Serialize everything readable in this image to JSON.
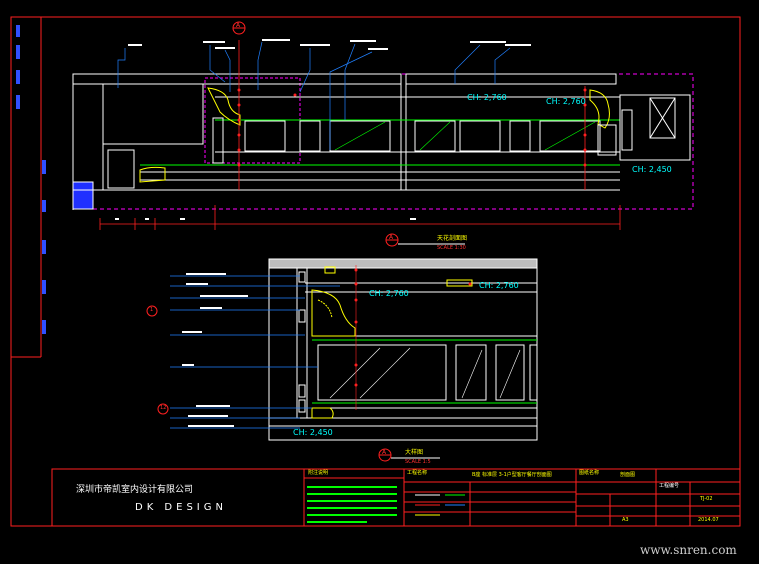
{
  "drawing": {
    "company_name": "深圳市帝凯室内设计有限公司",
    "brand": "DK  DESIGN",
    "watermark": "www.snren.com"
  },
  "elevation_1": {
    "ceiling_heights": [
      "CH: 2,760",
      "CH: 2,760",
      "CH: 2,450"
    ],
    "title": "天花剖面图",
    "scale": "SCALE 1:30",
    "tag_letter": "A",
    "tag_number": "1"
  },
  "detail_view": {
    "ceiling_heights": [
      "CH: 2,760",
      "CH: 2,760",
      "CH: 2,450"
    ],
    "title": "大样图",
    "scale": "SCALE 1:5",
    "tag_letter": "A",
    "callout_1": "1",
    "callout_2": "12"
  },
  "title_block": {
    "notes_label": "附注说明",
    "project_label": "工程名称",
    "project_name": "B座 标准层 3-1户型客厅餐厅剖面图",
    "drawing_name_label": "图纸名称",
    "drawing_name": "剖面图",
    "drawing_no_label": "工程编号",
    "drawing_no": "TJ-02",
    "sheet_size": "A3",
    "date": "2014.07"
  },
  "colors": {
    "frame": "#ff0000",
    "dimension": "#0000ff",
    "ceiling_outline": "#ff00ff",
    "wall": "#ffffff",
    "ceiling_text": "#00ffff",
    "leader": "#0080ff",
    "molding": "#ffff00",
    "glass": "#00ff00"
  }
}
